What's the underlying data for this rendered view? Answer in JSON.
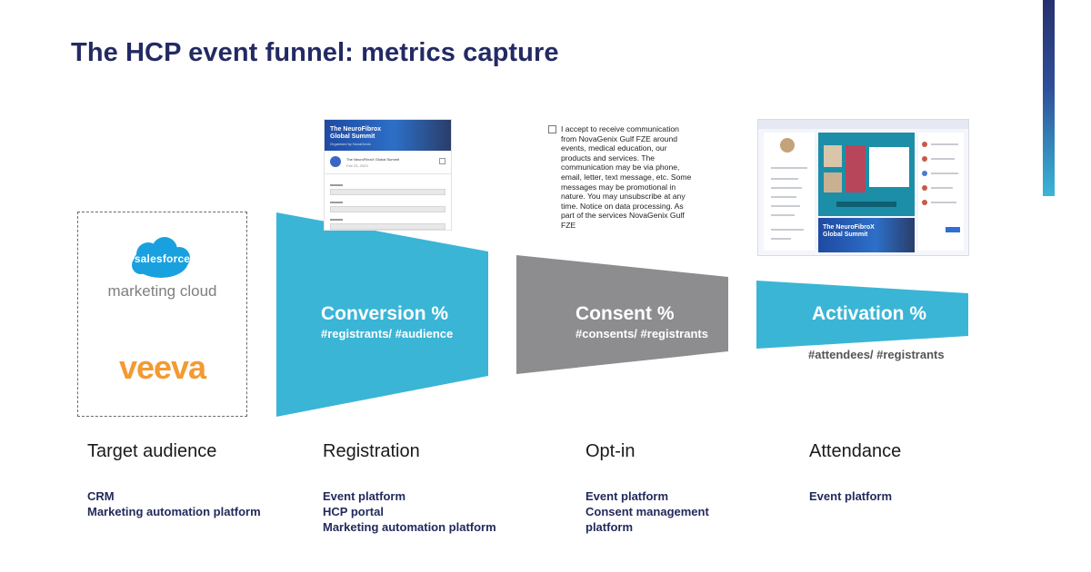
{
  "slide": {
    "title": "The HCP event funnel: metrics capture",
    "colors": {
      "title": "#232a63",
      "accent_blue": "#3ab5d6",
      "gray": "#8d8d90",
      "tool_text": "#222a5c"
    }
  },
  "logos": {
    "salesforce_word": "salesforce",
    "marketing_cloud": "marketing cloud",
    "veeva": "veeva"
  },
  "funnel": [
    {
      "title": "Conversion %",
      "subtitle": "#registrants/ #audience",
      "color": "#3ab5d6"
    },
    {
      "title": "Consent %",
      "subtitle": "#consents/ #registrants",
      "color": "#8d8d90"
    },
    {
      "title": "Activation %",
      "subtitle": "#attendees/ #registrants",
      "color": "#3ab5d6"
    }
  ],
  "thumbnails": {
    "registration": {
      "banner_title_line1": "The NeuroFibrox",
      "banner_title_line2": "Global Summit",
      "banner_sub": "Organised by NovaGenix",
      "event_name": "The NeuroFibroX Global Summit",
      "event_date": "Feb 23, 2023"
    },
    "optin": {
      "consent_text": "I accept to receive communication from NovaGenix Gulf FZE around events, medical education, our products and services. The communication may be via phone, email, letter, text message, etc. Some messages may be promotional in nature. You may unsubscribe at any time. Notice on data processing. As part of the services NovaGenix Gulf FZE"
    },
    "attendance": {
      "banner_title_line1": "The NeuroFibroX",
      "banner_title_line2": "Global Summit"
    }
  },
  "stages": [
    {
      "label": "Target audience",
      "tools": [
        "CRM",
        "Marketing automation platform"
      ]
    },
    {
      "label": "Registration",
      "tools": [
        "Event platform",
        "HCP portal",
        "Marketing automation platform"
      ]
    },
    {
      "label": "Opt-in",
      "tools": [
        "Event platform",
        "Consent management",
        "platform"
      ]
    },
    {
      "label": "Attendance",
      "tools": [
        "Event platform"
      ]
    }
  ]
}
